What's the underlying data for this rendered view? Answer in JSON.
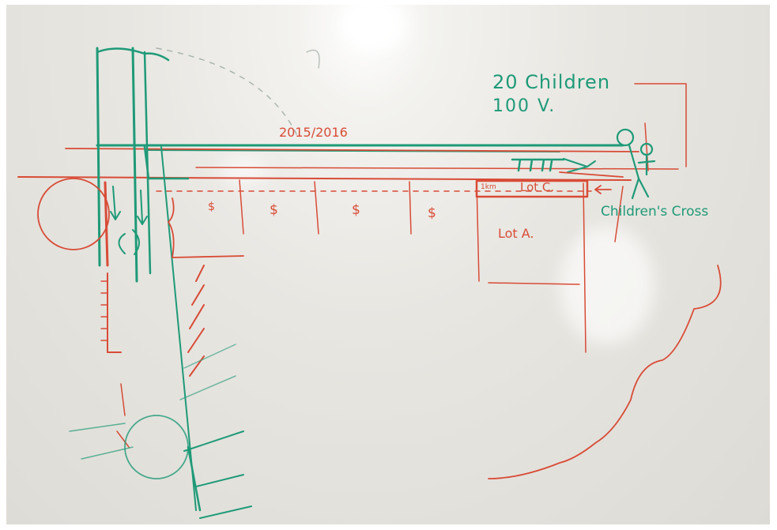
{
  "board": {
    "annotations": {
      "children_count": "20 Children",
      "volume": "100 V.",
      "years": "2015/2016",
      "children_cross": "Children's Cross",
      "lot_c": "Lot C.",
      "lot_c_prefix": "1km",
      "lot_a": "Lot A.",
      "dollar_marks": [
        "$",
        "$",
        "$",
        "$"
      ]
    },
    "colors": {
      "green_marker": "#1e9a78",
      "red_marker": "#d84b36",
      "board": "#e6e4de"
    }
  }
}
